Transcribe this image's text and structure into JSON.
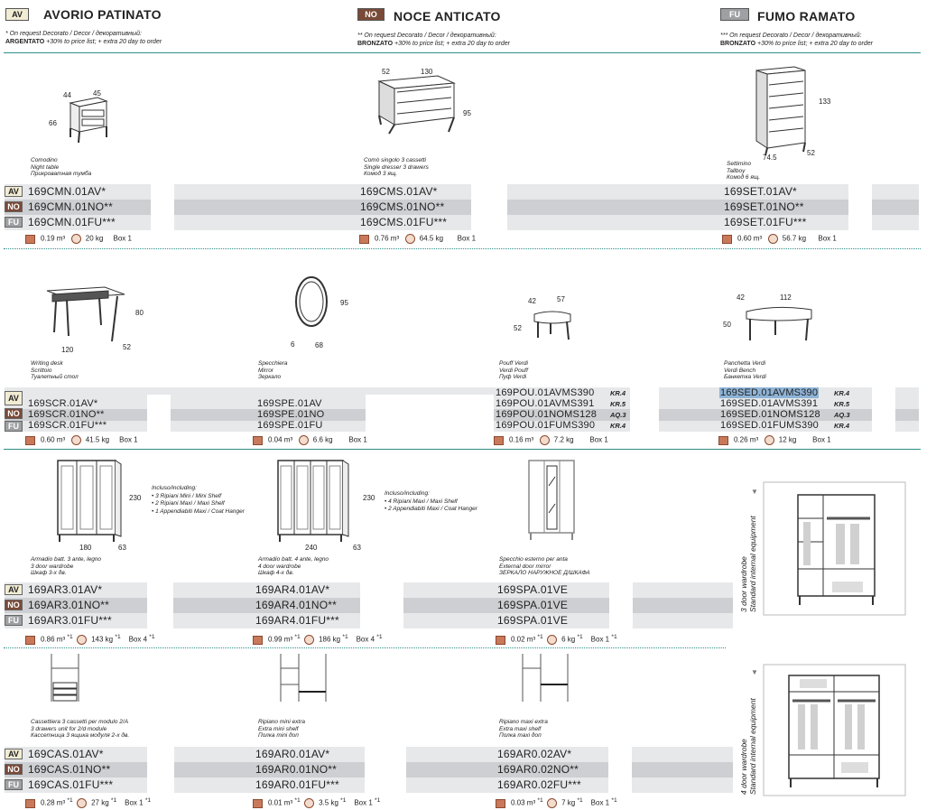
{
  "finishes": [
    {
      "badge": "AV",
      "title": "AVORIO PATINATO",
      "note_line1": "* On request Decorato / Decor / декоративный:",
      "note_color": "ARGENTATO",
      "note_line2": "+30% to price list; + extra 20 day to order"
    },
    {
      "badge": "NO",
      "title": "NOCE ANTICATO",
      "note_line1": "** On request Decorato / Decor / декоративный:",
      "note_color": "BRONZATO",
      "note_line2": "+30% to price list; + extra 20 day to order"
    },
    {
      "badge": "FU",
      "title": "FUMO RAMATO",
      "note_line1": "*** On request Decorato / Decor / декоративный:",
      "note_color": "BRONZATO",
      "note_line2": "+30% to price list; + extra 20 day to order"
    }
  ],
  "finish_badges": [
    "AV",
    "NO",
    "FU"
  ],
  "products": {
    "cmn": {
      "desc": [
        "Comodino",
        "Night table",
        "Прикроватная тумба"
      ],
      "codes": [
        "169CMN.01AV*",
        "169CMN.01NO**",
        "169CMN.01FU***"
      ],
      "dims": [
        "44",
        "45",
        "66"
      ],
      "volume": "0.19 m³",
      "weight": "20 kg",
      "box": "Box 1"
    },
    "cms": {
      "desc": [
        "Comò singolo 3 cassetti",
        "Single dresser 3 drawers",
        "Комод 3 ящ."
      ],
      "codes": [
        "169CMS.01AV*",
        "169CMS.01NO**",
        "169CMS.01FU***"
      ],
      "dims": [
        "52",
        "130",
        "95"
      ],
      "volume": "0.76 m³",
      "weight": "64.5 kg",
      "box": "Box 1"
    },
    "set": {
      "desc": [
        "Settimino",
        "Tallboy",
        "Комод 6 ящ."
      ],
      "codes": [
        "169SET.01AV*",
        "169SET.01NO**",
        "169SET.01FU***"
      ],
      "dims": [
        "133",
        "74.5",
        "52"
      ],
      "volume": "0.60 m³",
      "weight": "56.7 kg",
      "box": "Box 1"
    },
    "scr": {
      "desc": [
        "Writing desk",
        "Scrittoio",
        "Туалетный стол"
      ],
      "codes": [
        "169SCR.01AV*",
        "169SCR.01NO**",
        "169SCR.01FU***"
      ],
      "dims": [
        "80",
        "120",
        "52"
      ],
      "volume": "0.60 m³",
      "weight": "41.5 kg",
      "box": "Box 1"
    },
    "spe": {
      "desc": [
        "Specchiera",
        "Mirror",
        "Зеркало"
      ],
      "codes": [
        "169SPE.01AV",
        "169SPE.01NO",
        "169SPE.01FU"
      ],
      "dims": [
        "95",
        "6",
        "68"
      ],
      "volume": "0.04 m³",
      "weight": "6.6 kg",
      "box": "Box 1"
    },
    "pou": {
      "desc": [
        "Pouff Verdi",
        "Verdi Pouff",
        "Пуф Verdi"
      ],
      "codes": [
        "169POU.01AVMS390",
        "169POU.01AVMS391",
        "169POU.01NOMS128",
        "169POU.01FUMS390"
      ],
      "kr": [
        "KR.4",
        "KR.5",
        "AQ.3",
        "KR.4"
      ],
      "dims": [
        "42",
        "57",
        "52"
      ],
      "volume": "0.16 m³",
      "weight": "7.2 kg",
      "box": "Box 1"
    },
    "sed": {
      "desc": [
        "Panchetta Verdi",
        "Verdi Bench",
        "Банкетка Verdi"
      ],
      "codes": [
        "169SED.01AVMS390",
        "169SED.01AVMS391",
        "169SED.01NOMS128",
        "169SED.01FUMS390"
      ],
      "kr": [
        "KR.4",
        "KR.5",
        "AQ.3",
        "KR.4"
      ],
      "dims": [
        "42",
        "112",
        "50"
      ],
      "volume": "0.26 m³",
      "weight": "12 kg",
      "box": "Box 1"
    },
    "ar3": {
      "desc": [
        "Armadio batt. 3 ante, legno",
        "3 door wardrobe",
        "Шкаф 3-х дв."
      ],
      "codes": [
        "169AR3.01AV*",
        "169AR3.01NO**",
        "169AR3.01FU***"
      ],
      "dims": [
        "230",
        "180",
        "63"
      ],
      "volume": "0.86 m³",
      "weight": "143 kg",
      "box": "Box 4",
      "star": "*1",
      "incl_title": "Incluso/including:",
      "incl": [
        "3 Ripiani Mini / Mini Shelf",
        "2 Ripiani Maxi / Maxi Shelf",
        "1 Appendiabiti Maxi / Coat Hanger"
      ]
    },
    "ar4": {
      "desc": [
        "Armadio batt. 4 ante, legno",
        "4 door wardrobe",
        "Шкаф 4-х дв."
      ],
      "codes": [
        "169AR4.01AV*",
        "169AR4.01NO**",
        "169AR4.01FU***"
      ],
      "dims": [
        "230",
        "240",
        "63"
      ],
      "volume": "0.99 m³",
      "weight": "186 kg",
      "box": "Box 4",
      "star": "*1",
      "incl_title": "Incluso/including:",
      "incl": [
        "4 Ripiani Maxi / Maxi Shelf",
        "2 Appendiabiti Maxi / Coat Hanger"
      ]
    },
    "spa": {
      "desc": [
        "Specchio esterno per anta",
        "External door mirror",
        "ЗЕРКАЛО НАРУЖНОЕ Д/ШКАФА"
      ],
      "codes": [
        "169SPA.01VE",
        "169SPA.01VE",
        "169SPA.01VE"
      ],
      "volume": "0.02 m³",
      "weight": "6 kg",
      "box": "Box 1",
      "star": "*1"
    },
    "cas": {
      "desc": [
        "Cassettiera 3 cassetti per modulo 2/A",
        "3 drawers unit for 2/d module",
        "Кассетница 3 ящика модуля 2-х дв."
      ],
      "codes": [
        "169CAS.01AV*",
        "169CAS.01NO**",
        "169CAS.01FU***"
      ],
      "volume": "0.28 m³",
      "weight": "27 kg",
      "box": "Box 1",
      "star": "*1"
    },
    "ar01": {
      "desc": [
        "Ripiano mini extra",
        "Extra mini shelf",
        "Полка mini доп"
      ],
      "codes": [
        "169AR0.01AV*",
        "169AR0.01NO**",
        "169AR0.01FU***"
      ],
      "volume": "0.01 m³",
      "weight": "3.5 kg",
      "box": "Box 1",
      "star": "*1"
    },
    "ar02": {
      "desc": [
        "Ripiano maxi extra",
        "Extra maxi shelf",
        "Полка maxi доп"
      ],
      "codes": [
        "169AR0.02AV*",
        "169AR0.02NO**",
        "169AR0.02FU***"
      ],
      "volume": "0.03 m³",
      "weight": "7 kg",
      "box": "Box 1",
      "star": "*1"
    }
  },
  "side_labels": [
    {
      "line1": "3 door wardrobe",
      "line2": "Standard internal equipment"
    },
    {
      "line1": "4 door wardrobe",
      "line2": "Standard internal equipment"
    }
  ],
  "colors": {
    "teal": "#2e8f87",
    "av": "#f1ecd3",
    "no": "#7a4a38",
    "fu": "#9ea0a3",
    "band_light": "#e7e8ea",
    "band_dark": "#cdcfd2",
    "selection": "#8eb3d6"
  }
}
